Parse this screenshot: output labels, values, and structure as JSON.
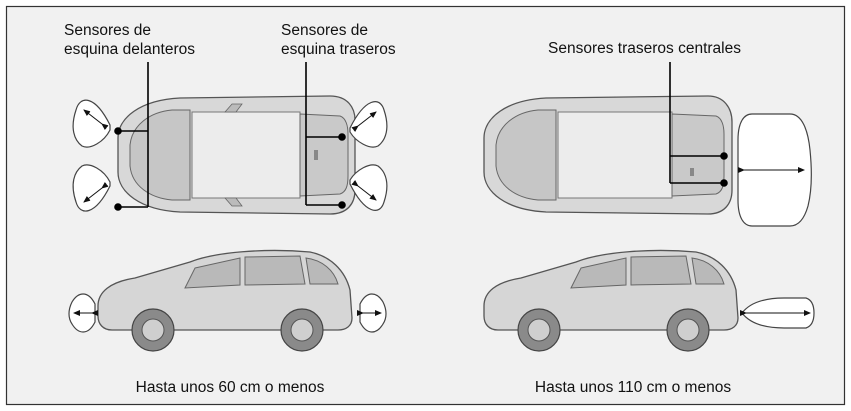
{
  "labels": {
    "front_corner_line1": "Sensores de",
    "front_corner_line2": "esquina delanteros",
    "rear_corner_line1": "Sensores de",
    "rear_corner_line2": "esquina traseros",
    "rear_center": "Sensores traseros centrales"
  },
  "captions": {
    "left": "Hasta unos 60 cm o menos",
    "right": "Hasta unos 110 cm o menos"
  },
  "colors": {
    "panel_bg": "#f1f1f1",
    "panel_border": "#333333",
    "car_body": "#d6d6d6",
    "car_outline": "#555555",
    "zone_fill": "#ffffff",
    "leader": "#000000"
  }
}
